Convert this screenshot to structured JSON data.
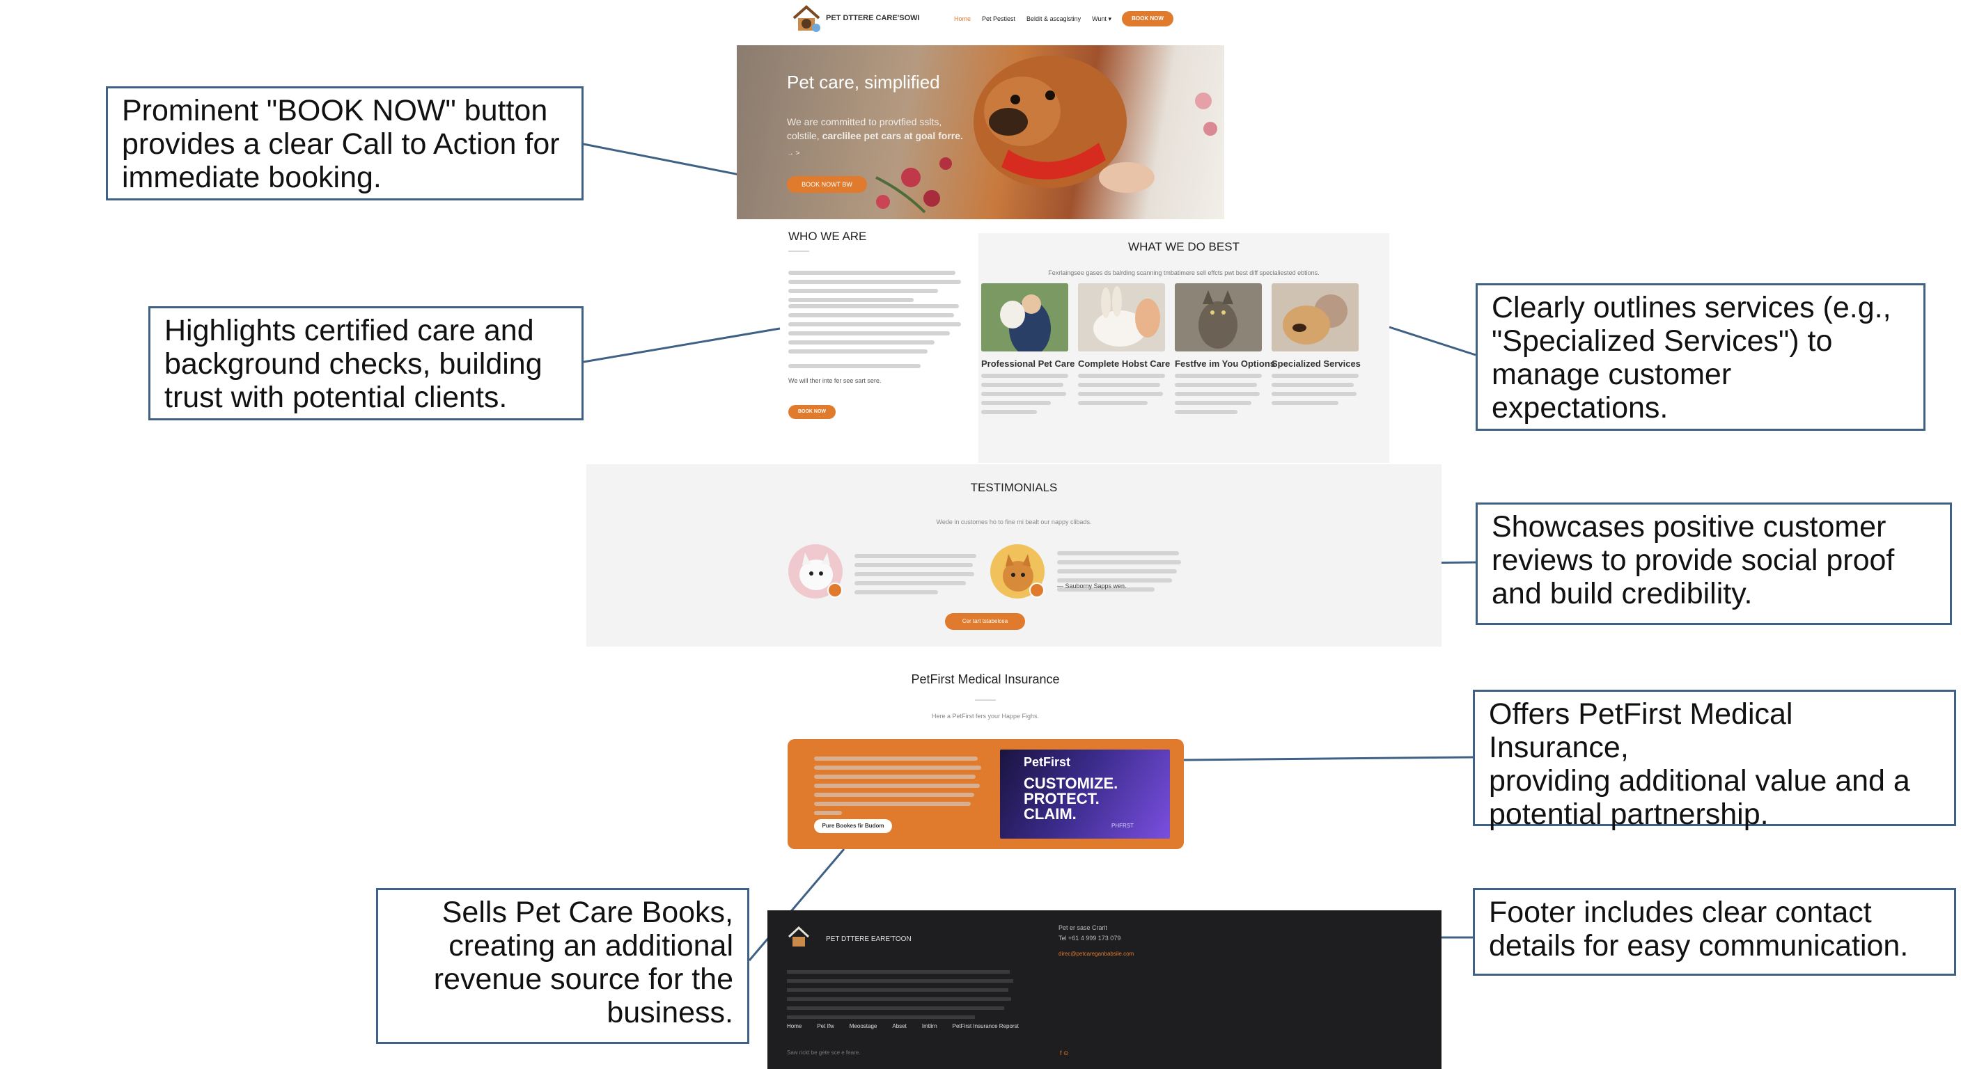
{
  "header": {
    "brand": "PET DTTERE CARE'SOWI",
    "nav": [
      "Home",
      "Pet Pestiest",
      "Beldit & ascaglstiny",
      "Wunt"
    ],
    "nav_more": "▾",
    "cta": "BOOK NOW"
  },
  "hero": {
    "title": "Pet care, simplified",
    "line1": "We are committed to provtfied sslts,",
    "line2_prefix": "colstile,",
    "line2_bold": "carclilee pet cars at goal forre.",
    "cta": "BOOK NOWT BW"
  },
  "who": {
    "title": "WHO WE ARE",
    "cert_line": "We will ther inte fer see sart sere.",
    "cta": "BOOK NOW"
  },
  "services": {
    "title": "WHAT WE DO BEST",
    "subtitle": "Fexrlaingsee gases ds balrding scanning tmbatimere sell effcts pwt best diff speclaliested ebtions.",
    "items": [
      {
        "name": "Professional Pet Care"
      },
      {
        "name": "Complete Hobst Care"
      },
      {
        "name": "Festfve im You Options"
      },
      {
        "name": "Specialized Services"
      }
    ]
  },
  "testimonials": {
    "title": "TESTIMONIALS",
    "subtitle": "Wede in customes ho to fine mi bealt our nappy clibads.",
    "signature": "— Sauborny Sapps wen.",
    "cta": "Cer tart tstabelcea"
  },
  "insurance": {
    "title": "PetFirst Medical Insurance",
    "subtitle": "Here a PetFirst fers your Happe Fighs.",
    "books_cta": "Pure Bookes fir Budom",
    "ad_brand": "PetFirst",
    "ad_lines": [
      "CUSTOMIZE.",
      "PROTECT.",
      "CLAIM."
    ],
    "ad_badge": "PHFRST"
  },
  "footer": {
    "brand": "PET DTTERE EARE'TOON",
    "contact_title": "Pet er sase Crarit",
    "phone": "Tel +61 4 999 173 079",
    "email": "direc@petcareganbabsile.com",
    "links": [
      "Home",
      "Pet Ifw",
      "Meoostage",
      "Abset",
      "Imtlirn",
      "PetFirst Insurance Reporst"
    ],
    "copyright": "Saw rickt be gete sce e feare.",
    "social": "f  ⊙"
  },
  "callouts": {
    "book_now": "Prominent \"BOOK NOW\" button\nprovides a clear Call to Action for\nimmediate booking.",
    "certified": "Highlights certified care and\nbackground checks, building\ntrust with potential clients.",
    "services": "Clearly outlines services (e.g.,\n\"Specialized Services\") to\nmanage customer\nexpectations.",
    "testimonials": "Showcases positive customer\nreviews to provide social proof\nand build credibility.",
    "insurance": "Offers PetFirst Medical Insurance,\nproviding additional value and a\npotential partnership.",
    "books": "Sells Pet Care Books,\ncreating an additional\nrevenue source for the\nbusiness.",
    "footer": "Footer includes clear contact\ndetails for easy communication."
  },
  "colors": {
    "accent": "#e07a2c",
    "callout_border": "#3e6185",
    "footer_bg": "#1e1e20",
    "section_bg": "#f4f4f4"
  }
}
